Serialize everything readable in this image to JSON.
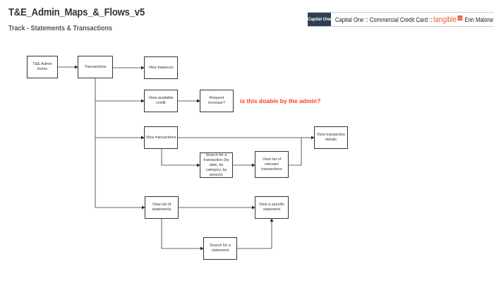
{
  "title": "T&E_Admin_Maps_&_Flows_v5",
  "subtitle": "Track - Statements & Transactions",
  "header": {
    "logo": "Capital One",
    "text": "Capital One :: Commercial Credit Card ::",
    "brand": "tangible",
    "brand_badge": "UX",
    "author": "Erin Malone ::",
    "brand_color": "#f05a28"
  },
  "nodes": {
    "home": "T&E Admin Home",
    "transactions": "Transactions",
    "balances": "View balances",
    "credit": "View available credit",
    "increase": "Request increase?",
    "view_transactions": "View transactions",
    "details": "View transaction details",
    "search_transaction": "Search for a transaction (by date, by category, by amount,",
    "relevant": "View list of relevant transactions",
    "statements": "View list of statements",
    "specific": "View a specific statement",
    "search_statement": "Search for a statement"
  },
  "note": "is this doable by the admin?",
  "note_color": "#ff3b1f"
}
